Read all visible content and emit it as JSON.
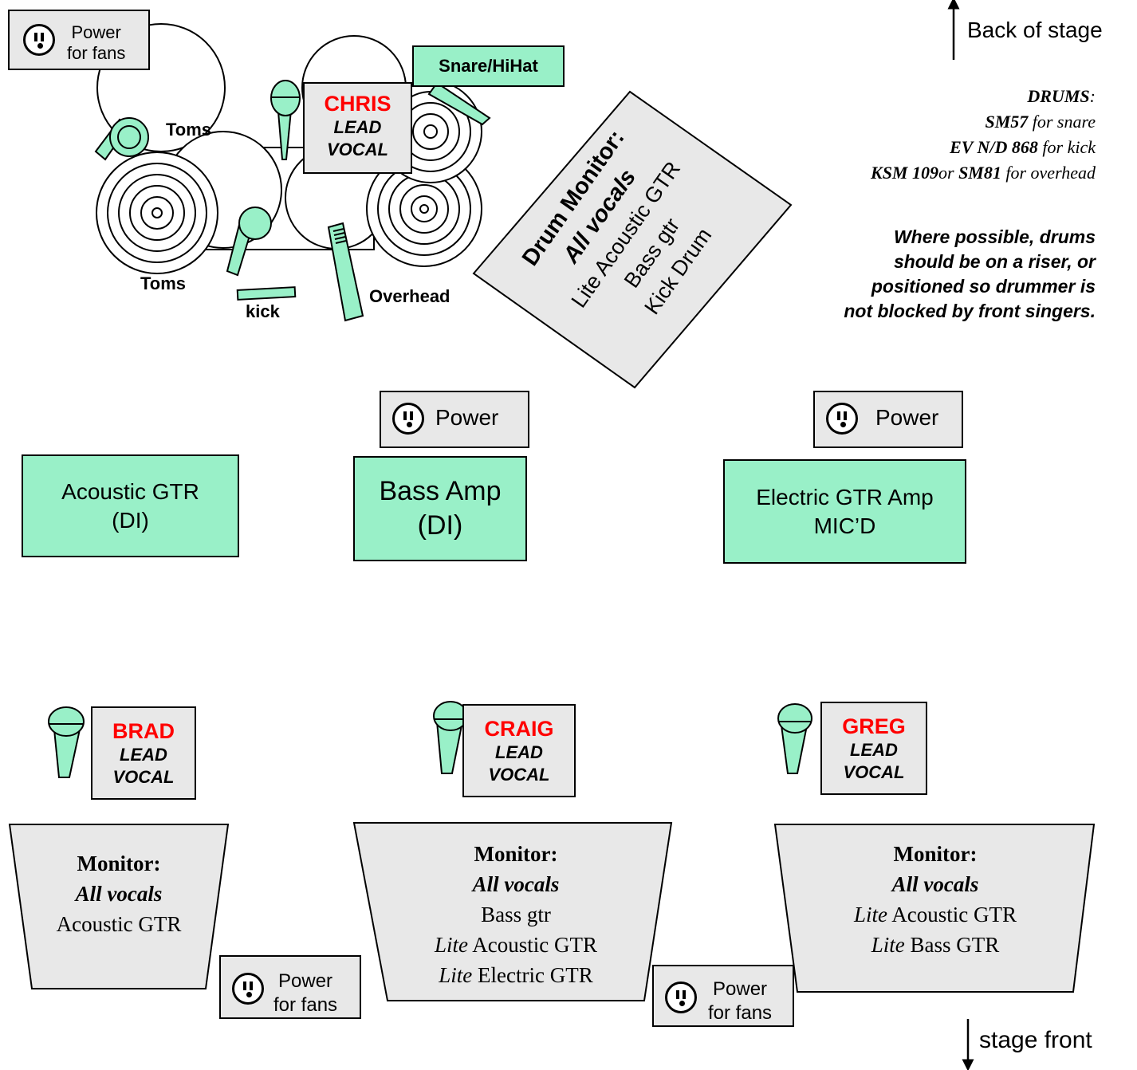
{
  "orientation": {
    "back_label": "Back of stage",
    "front_label": "stage front"
  },
  "drums_notes": {
    "heading": "DRUMS",
    "heading_colon": ":",
    "lines": [
      {
        "bold": "SM57",
        "rest": " for snare"
      },
      {
        "bold": "EV N/D 868",
        "rest": " for kick"
      },
      {
        "bold": "KSM 109",
        "rest": "or ",
        "bold2": "SM81",
        "rest2": " for overhead"
      }
    ],
    "riser_note": [
      "Where possible, drums",
      "should be on a riser, or",
      "positioned so drummer is",
      "not blocked by front singers"
    ],
    "riser_note_end": "."
  },
  "drum_kit": {
    "toms_upper": "Toms",
    "toms_lower": "Toms",
    "kick": "kick",
    "overhead": "Overhead",
    "snare_hihat": "Snare/HiHat"
  },
  "power": {
    "fans_label_1": "Power",
    "fans_label_2": "for fans",
    "power_label": "Power"
  },
  "vocalists": {
    "chris": {
      "name": "CHRIS",
      "role_1": "LEAD",
      "role_2": "VOCAL"
    },
    "brad": {
      "name": "BRAD",
      "role_1": "LEAD",
      "role_2": "VOCAL"
    },
    "craig": {
      "name": "CRAIG",
      "role_1": "LEAD",
      "role_2": "VOCAL"
    },
    "greg": {
      "name": "GREG",
      "role_1": "LEAD",
      "role_2": "VOCAL"
    }
  },
  "drum_monitor": {
    "title": "Drum  Monitor:",
    "line_1": "All vocals",
    "line_2": "Lite Acoustic GTR",
    "line_3": "Bass gtr",
    "line_4": "Kick Drum"
  },
  "amps": {
    "acoustic": {
      "label": "Acoustic GTR",
      "sub": "(DI)"
    },
    "bass": {
      "label": "Bass Amp",
      "sub": "(DI)"
    },
    "electric": {
      "label": "Electric GTR Amp",
      "sub": "MIC’D"
    }
  },
  "monitors": {
    "left": {
      "title": "Monitor:",
      "line_1": "All vocals",
      "line_2": "Acoustic GTR"
    },
    "center": {
      "title": "Monitor:",
      "line_1": "All vocals",
      "line_2": "Bass gtr",
      "line_3_lite": "Lite",
      "line_3": " Acoustic GTR",
      "line_4_lite": "Lite",
      "line_4": " Electric GTR"
    },
    "right": {
      "title": "Monitor:",
      "line_1": "All vocals",
      "line_2_lite": "Lite",
      "line_2": " Acoustic GTR",
      "line_3_lite": "Lite",
      "line_3": " Bass GTR"
    }
  },
  "colors": {
    "equipment": "#99f0c8",
    "box": "#e8e8e8",
    "name": "#ff0000"
  }
}
